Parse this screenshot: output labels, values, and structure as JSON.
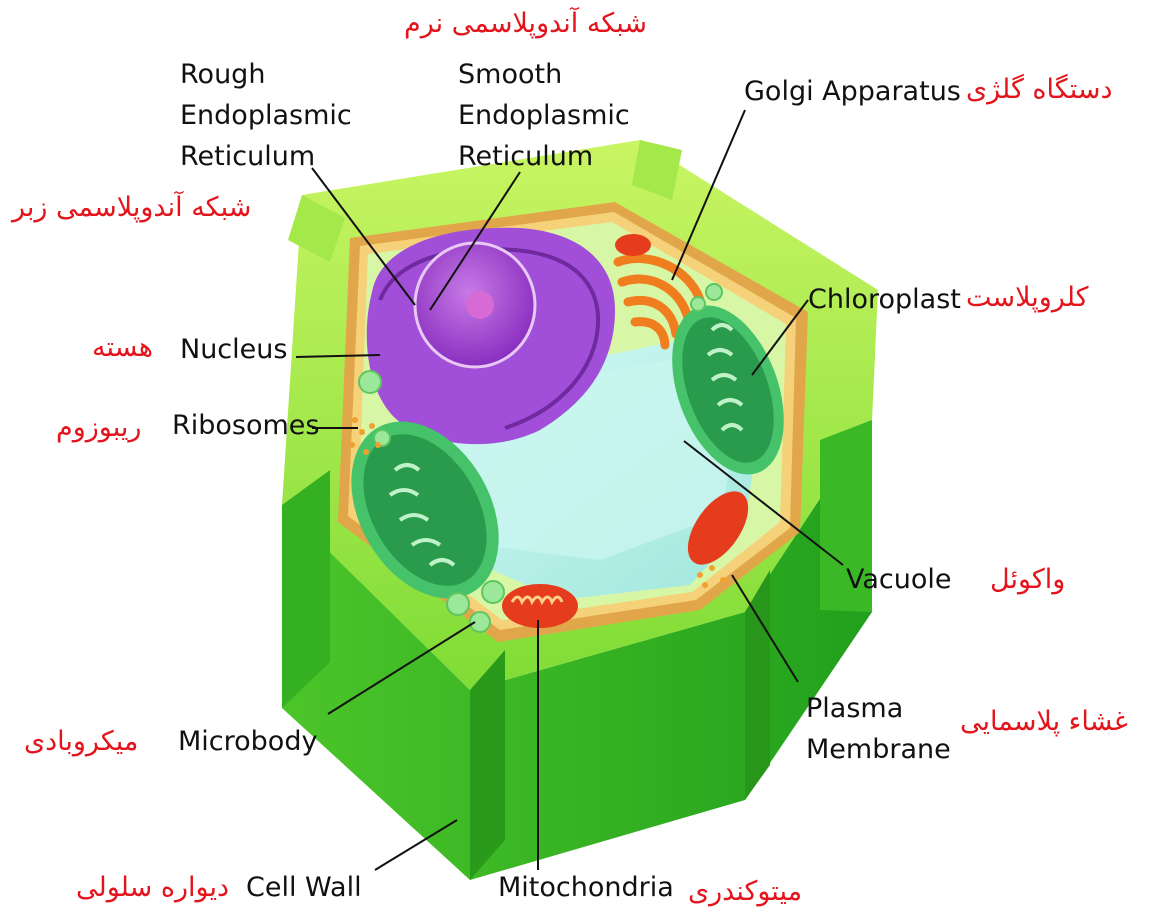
{
  "labels": {
    "rough_er": "Rough\nEndoplasmic\nReticulum",
    "smooth_er": "Smooth\nEndoplasmic\nReticulum",
    "golgi": "Golgi Apparatus",
    "chloroplast": "Chloroplast",
    "nucleus": "Nucleus",
    "ribosomes": "Ribosomes",
    "vacuole": "Vacuole",
    "plasma_membrane": "Plasma\nMembrane",
    "microbody": "Microbody",
    "cell_wall": "Cell Wall",
    "mitochondria": "Mitochondria"
  },
  "labels_fa": {
    "smooth_er": "شبکه آندوپلاسمی نرم",
    "rough_er": "شبکه آندوپلاسمی زبر",
    "golgi": "دستگاه گلژی",
    "chloroplast": "کلروپلاست",
    "nucleus": "هسته",
    "ribosomes": "ریبوزوم",
    "vacuole": "واکوئل",
    "plasma_membrane": "غشاء پلاسمایی",
    "microbody": "میکروبادی",
    "cell_wall": "دیواره سلولی",
    "mitochondria": "میتوکندری"
  },
  "colors": {
    "wall_light": "#b8f04a",
    "wall_mid": "#6fd82c",
    "wall_dark": "#2fa81a",
    "membrane": "#e2a64a",
    "cytoplasm": "#d8f7a6",
    "vacuole": "#bff1ea",
    "nucleus": "#a843d6",
    "nucleolus": "#d86ad6",
    "golgi": "#f07d1e",
    "chloroplast": "#1e8a43",
    "mitochondria": "#e63c1e",
    "microbody": "#9be89b",
    "annotation_fa": "#e3141c",
    "annotation_en": "#111111"
  }
}
